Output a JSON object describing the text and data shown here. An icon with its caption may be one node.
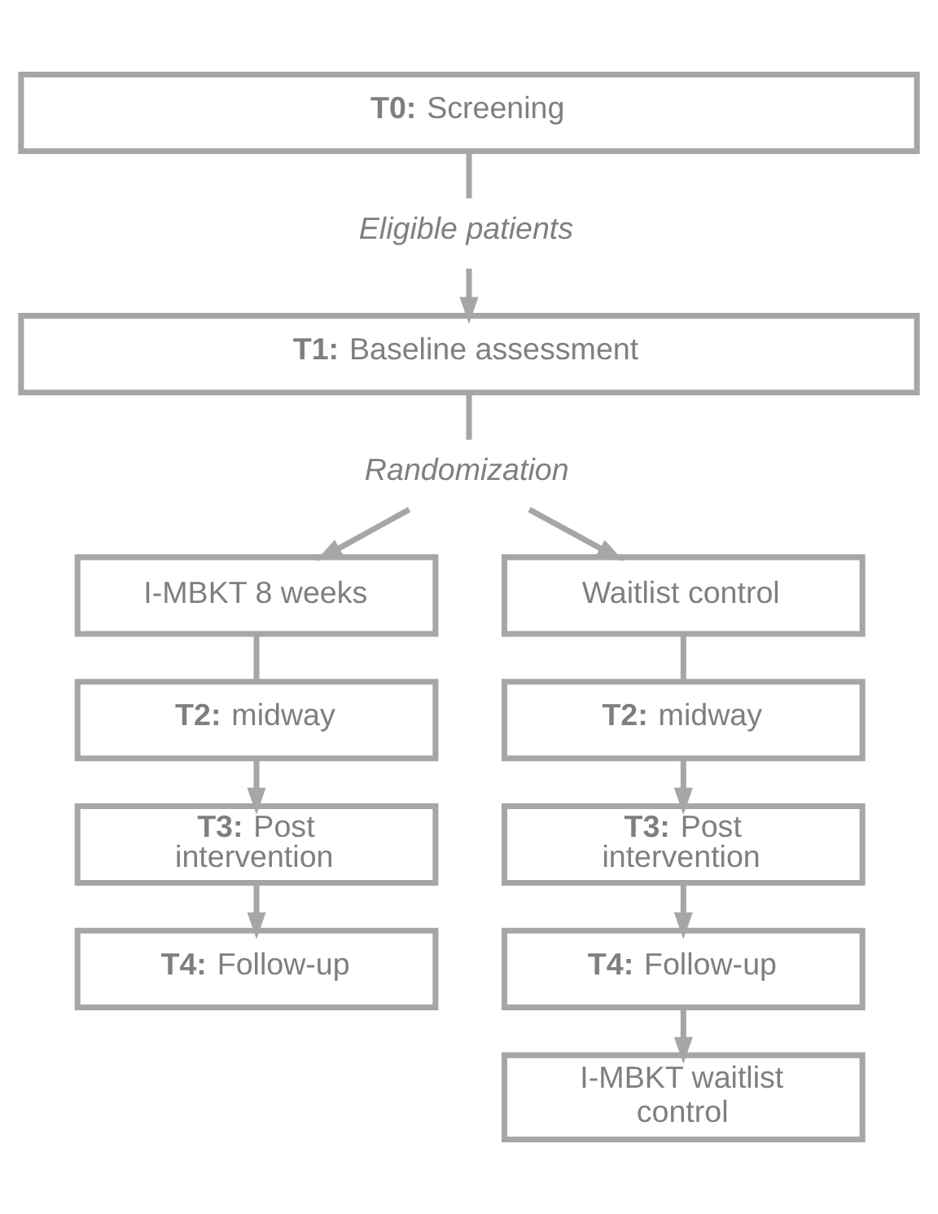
{
  "diagram": {
    "nodes": [
      {
        "text": [
          "**T0:** Screening"
        ]
      },
      {
        "text": [
          "Eligible patients"
        ]
      },
      {
        "text": [
          "**T1:** Baseline assessment"
        ]
      },
      {
        "text": [
          "Randomization"
        ]
      },
      {
        "text": [
          "I-MBKT 8 weeks"
        ]
      },
      {
        "text": [
          "**T2:** midway"
        ]
      },
      {
        "text": [
          "**T3:** Post intervention"
        ]
      },
      {
        "text": [
          "**T4:** Follow-up"
        ]
      },
      {
        "text": [
          "Waitlist control"
        ]
      },
      {
        "text": [
          "**T2:** midway"
        ]
      },
      {
        "text": [
          "**T3:** Post intervention"
        ]
      },
      {
        "text": [
          "**T4:** Follow-up"
        ]
      },
      {
        "text": [
          "I-MBKT waitlist control"
        ]
      }
    ],
    "edges": [
      {
        "from": 0,
        "to": 1,
        "arrow": "none"
      },
      {
        "from": 1,
        "to": 2,
        "arrow": "to"
      },
      {
        "from": 2,
        "to": 3,
        "arrow": "none"
      },
      {
        "from": 3,
        "to": 4,
        "arrow": "to"
      },
      {
        "from": 3,
        "to": 8,
        "arrow": "to"
      },
      {
        "from": 4,
        "to": 5,
        "arrow": "none"
      },
      {
        "from": 5,
        "to": 6,
        "arrow": "to"
      },
      {
        "from": 6,
        "to": 7,
        "arrow": "to"
      },
      {
        "from": 8,
        "to": 9,
        "arrow": "none"
      },
      {
        "from": 9,
        "to": 10,
        "arrow": "to"
      },
      {
        "from": 10,
        "to": 11,
        "arrow": "to"
      },
      {
        "from": 11,
        "to": 12,
        "arrow": "to"
      }
    ]
  }
}
